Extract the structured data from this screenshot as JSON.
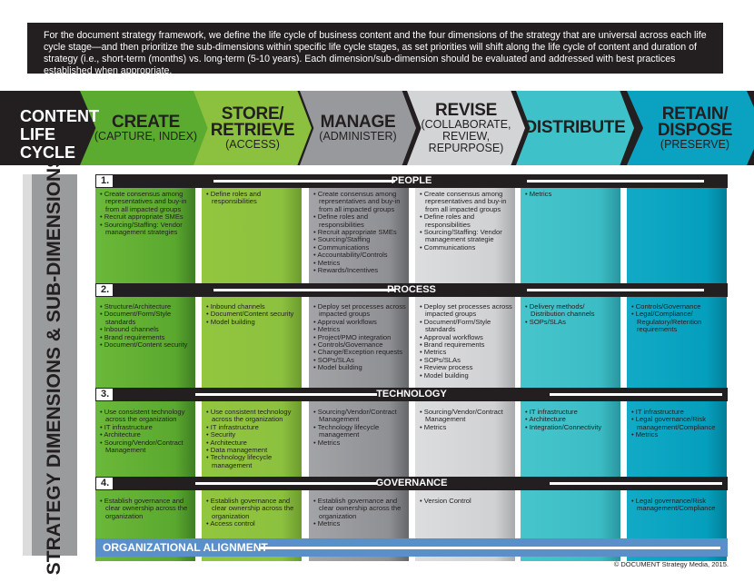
{
  "intro": "For the document strategy framework, we define the life cycle of business content and the four dimensions of the strategy that are universal across each life cycle stage—and then prioritize the sub-dimensions within specific life cycle stages, as set priorities will shift along the life cycle of content and duration of strategy (i.e., short-term (months) vs. long-term (5-10 years). Each dimension/sub-dimension should be evaluated and addressed with best practices established when appropriate.",
  "lifecycle_label": [
    "CONTENT",
    "LIFE",
    "CYCLE"
  ],
  "stages": [
    {
      "title": "CREATE",
      "sub": "(CAPTURE, INDEX)",
      "color": "#5aab2f",
      "text": "#231f20"
    },
    {
      "title": "STORE/ RETRIEVE",
      "sub": "(ACCESS)",
      "color": "#8cc13f",
      "text": "#231f20"
    },
    {
      "title": "MANAGE",
      "sub": "(ADMINISTER)",
      "color": "#98999c",
      "text": "#231f20"
    },
    {
      "title": "REVISE",
      "sub": "(COLLABORATE, REVIEW, REPURPOSE)",
      "color": "#d3d4d6",
      "text": "#231f20"
    },
    {
      "title": "DISTRIBUTE",
      "sub": "",
      "color": "#3fc1c9",
      "text": "#231f20"
    },
    {
      "title": "RETAIN/ DISPOSE",
      "sub": "(PRESERVE)",
      "color": "#0aa2c0",
      "text": "#231f20"
    }
  ],
  "sidebar_label": "STRATEGY DIMENSIONS & SUB-DIMENSIONS",
  "dimensions": [
    {
      "num": "1.",
      "name": "PEOPLE",
      "cells": [
        [
          "Create consensus among representatives and buy-in from all impacted groups",
          "Recruit appropriate SMEs",
          "Sourcing/Staffing: Vendor management strategies"
        ],
        [
          "Define roles and responsibilities"
        ],
        [
          "Create consensus among representatives and buy-in from all impacted groups",
          "Define roles and responsibilities",
          "Recruit appropriate SMEs",
          "Sourcing/Staffing",
          "Communications",
          "Accountability/Controls",
          "Metrics",
          "Rewards/Incentives"
        ],
        [
          "Create consensus among representatives and buy-in from all impacted groups",
          "Define roles and responsibilities",
          "Sourcing/Staffing: Vendor management strategie",
          "Communications"
        ],
        [
          "Metrics"
        ],
        []
      ]
    },
    {
      "num": "2.",
      "name": "PROCESS",
      "cells": [
        [
          "Structure/Architecture",
          "Document/Form/Style standards",
          "Inbound channels",
          "Brand requirements",
          "Document/Content security"
        ],
        [
          "Inbound channels",
          "Document/Content security",
          "Model building"
        ],
        [
          "Deploy set processes across impacted groups",
          "Approval workflows",
          "Metrics",
          "Project/PMO integration",
          "Controls/Governance",
          "Change/Exception requests",
          "SOPs/SLAs",
          "Model building"
        ],
        [
          "Deploy set processes across impacted groups",
          "Document/Form/Style standards",
          "Approval workflows",
          "Brand requirements",
          "Metrics",
          "SOPs/SLAs",
          "Review process",
          "Model building"
        ],
        [
          "Delivery methods/ Distribution channels",
          "SOPs/SLAs"
        ],
        [
          "Controls/Governance",
          "Legal/Compliance/ Regulatory/Retention requirements"
        ]
      ]
    },
    {
      "num": "3.",
      "name": "TECHNOLOGY",
      "cells": [
        [
          "Use consistent technology across the organization",
          "IT infrastructure",
          "Architecture",
          "Sourcing/Vendor/Contract Management"
        ],
        [
          "Use consistent technology across the organization",
          "IT infrastructure",
          "Security",
          "Architecture",
          "Data management",
          "Technology lifecycle management"
        ],
        [
          "Sourcing/Vendor/Contract Management",
          "Technology lifecycle management",
          "Metrics"
        ],
        [
          "Sourcing/Vendor/Contract Management",
          "Metrics"
        ],
        [
          "IT infrastructure",
          "Architecture",
          "Integration/Connectivity"
        ],
        [
          "IT infrastructure",
          "Legal governance/Risk management/Compliance",
          "Metrics"
        ]
      ]
    },
    {
      "num": "4.",
      "name": "GOVERNANCE",
      "cells": [
        [
          "Establish governance and clear ownership across the organization"
        ],
        [
          "Establish governance and clear ownership across the organization",
          "Access control"
        ],
        [
          "Establish governance and clear ownership across the organization",
          "Metrics"
        ],
        [
          "Version Control"
        ],
        [],
        [
          "Legal governance/Risk management/Compliance"
        ]
      ]
    }
  ],
  "org_alignment": "ORGANIZATIONAL ALIGNMENT",
  "copyright": "© DOCUMENT Strategy Media, 2015."
}
